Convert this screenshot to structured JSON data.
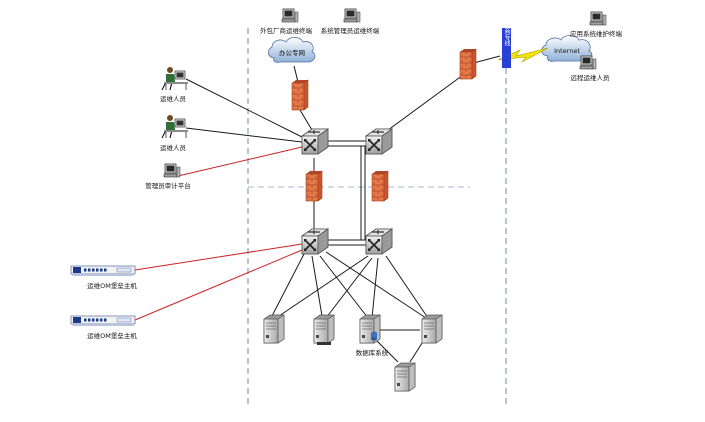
{
  "labels": {
    "terminal_top_1": "外包厂商运维终端",
    "terminal_top_2": "系统管理员运维终端",
    "cloud_top": "办公专网",
    "cloud_right": "Internet",
    "wireless_link": "运营商专线",
    "remote_terminal": "应用系统维护终端",
    "remote_user": "远程运维人员",
    "operator_1": "运维人员",
    "operator_2": "运维人员",
    "audit_platform": "管理员审计平台",
    "bastion_host_1": "运维OM堡垒主机",
    "bastion_host_2": "运维OM堡垒主机",
    "database_system": "数据库系统"
  },
  "colors": {
    "background": "#ffffff",
    "zone_divider": "#7a8aa8",
    "link_black": "#1a1a1a",
    "link_red": "#cc2222",
    "lightning": "#f2e600",
    "lightning_label_bg": "#2a3fd6",
    "firewall": "#e06d3d",
    "switch_body": "#c7c7c7"
  },
  "icons": {
    "switch": "core-switch-icon",
    "firewall": "firewall-icon",
    "server": "server-icon",
    "terminal": "workstation-icon",
    "operator": "operator-at-desk-icon",
    "cloud": "network-cloud-icon",
    "rack": "bastion-rack-icon",
    "database": "database-icon",
    "lightning": "wireless-link-icon"
  }
}
